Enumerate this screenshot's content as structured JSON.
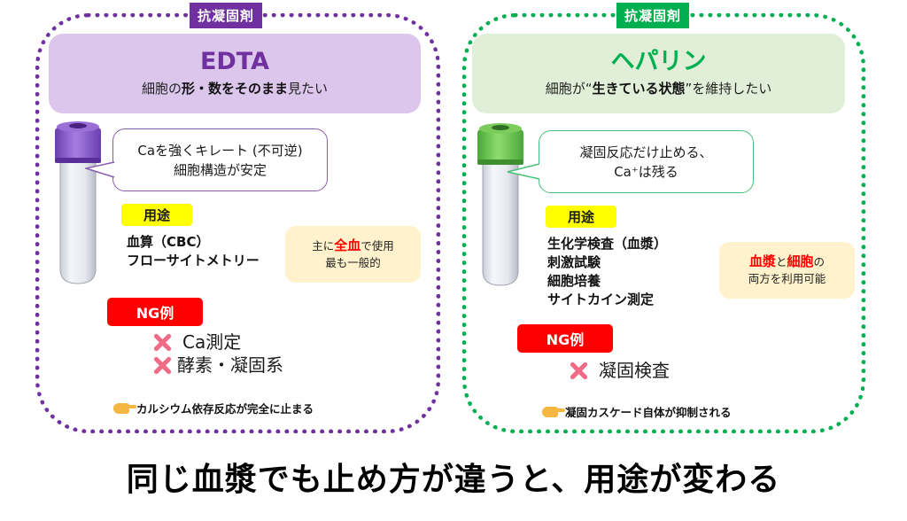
{
  "colors": {
    "edta_accent": "#7030a0",
    "edta_header_bg": "#dcc6ec",
    "heparin_accent": "#00b050",
    "heparin_header_bg": "#e1efd8",
    "usage_label_bg": "#ffff00",
    "ng_label_bg": "#ff0000",
    "note_bg": "#fff2cc",
    "x_mark": "#f06b86"
  },
  "left": {
    "tab": "抗凝固剤",
    "title": "EDTA",
    "subtitle": {
      "part1": "細胞の",
      "bold": "形・数をそのまま",
      "part2": "見たい"
    },
    "tube_icon": "purple-cap-tube-icon",
    "bubble": [
      "Caを強くキレート (不可逆)",
      "細胞構造が安定"
    ],
    "usage_label": "用途",
    "usage": [
      "血算（CBC）",
      "フローサイトメトリー"
    ],
    "note": {
      "line1_pre": "主に",
      "line1_red": "全血",
      "line1_post": "で使用",
      "line2": "最も一般的"
    },
    "ng_label": "NG例",
    "ng_items": [
      "Ca測定",
      "酵素・凝固系"
    ],
    "footnote": "カルシウム依存反応が完全に止まる"
  },
  "right": {
    "tab": "抗凝固剤",
    "title": "ヘパリン",
    "subtitle": {
      "part1": "細胞が“",
      "bold": "生きている状態",
      "part2": "”を維持したい"
    },
    "tube_icon": "green-cap-tube-icon",
    "bubble": [
      "凝固反応だけ止める、",
      "Ca⁺は残る"
    ],
    "usage_label": "用途",
    "usage": [
      "生化学検査（血漿）",
      "刺激試験",
      "細胞培養",
      "サイトカイン測定"
    ],
    "note": {
      "line1_red_a": "血漿",
      "line1_mid": "と",
      "line1_red_b": "細胞",
      "line1_post": "の",
      "line2": "両方を利用可能"
    },
    "ng_label": "NG例",
    "ng_items": [
      "凝固検査"
    ],
    "footnote": "凝固カスケード自体が抑制される"
  },
  "bottom_title": "同じ血漿でも止め方が違うと、用途が変わる"
}
